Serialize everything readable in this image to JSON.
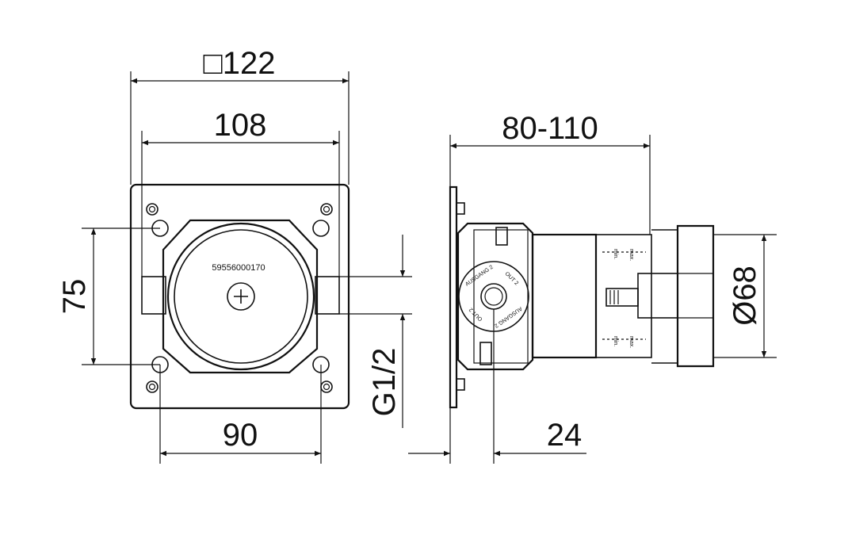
{
  "front_view": {
    "dim_top_outer": "□122",
    "dim_top_inner": "108",
    "dim_left": "75",
    "dim_bottom": "90",
    "part_number": "59556000170"
  },
  "side_view": {
    "dim_depth": "80-110",
    "dim_thread": "G1/2",
    "dim_bottom": "24",
    "dim_diameter": "Ø68",
    "port_labels": [
      "AUSGANG 2",
      "OUT 2",
      "AUSGANG 2",
      "OUT 2"
    ],
    "scale_min": "min.",
    "scale_max": "max."
  }
}
